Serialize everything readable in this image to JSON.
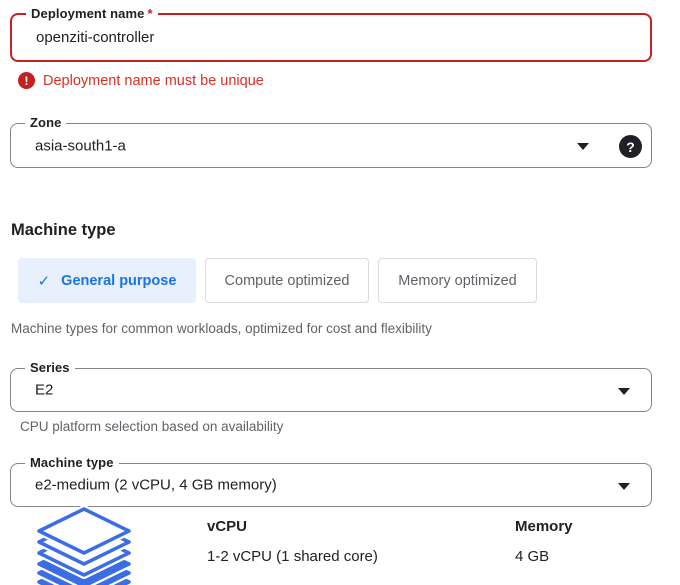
{
  "colors": {
    "error_text": "#d93025",
    "error_border": "#c5221f",
    "accent_blue": "#1a73e8",
    "selected_tab_bg": "#e8f0fe",
    "field_border_gray": "#80868b",
    "tab_border_gray": "#dadce0",
    "text_primary": "#202124",
    "text_secondary": "#5f6368",
    "layers_icon_blue": "#3b6de4"
  },
  "deployment_field": {
    "label": "Deployment name",
    "required_marker": "*",
    "value": "openziti-controller",
    "error_icon": "!",
    "error_message": "Deployment name must be unique"
  },
  "zone_field": {
    "label": "Zone",
    "value": "asia-south1-a",
    "help_icon": "?"
  },
  "machine_type_section": {
    "heading": "Machine type",
    "tabs": [
      {
        "label": "General purpose",
        "selected": true,
        "check_icon": "✓"
      },
      {
        "label": "Compute optimized",
        "selected": false
      },
      {
        "label": "Memory optimized",
        "selected": false
      }
    ],
    "description": "Machine types for common workloads, optimized for cost and flexibility"
  },
  "series_field": {
    "label": "Series",
    "value": "E2",
    "helper": "CPU platform selection based on availability"
  },
  "machine_type_field": {
    "label": "Machine type",
    "value": "e2-medium (2 vCPU, 4 GB memory)"
  },
  "machine_specs": {
    "columns": [
      {
        "header": "vCPU",
        "value": "1-2 vCPU (1 shared core)"
      },
      {
        "header": "Memory",
        "value": "4 GB"
      }
    ]
  }
}
